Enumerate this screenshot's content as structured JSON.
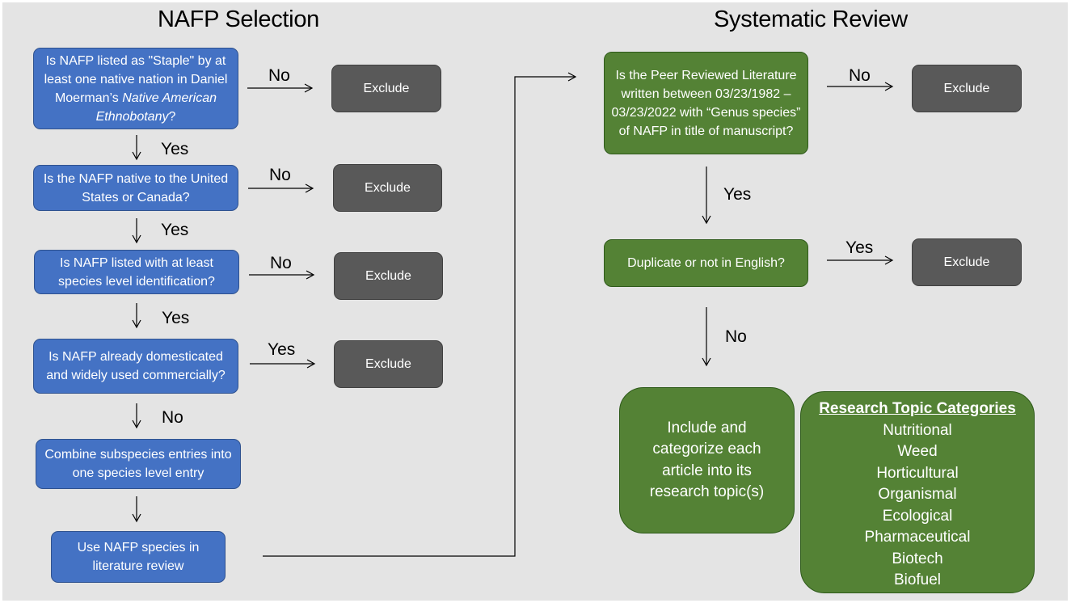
{
  "titles": {
    "left": "NAFP Selection",
    "right": "Systematic Review"
  },
  "left_flow": {
    "q1": {
      "text_before": "Is NAFP listed as \"Staple\" by at least one native nation in Daniel Moerman’s ",
      "text_italic": "Native American Ethnobotany",
      "text_after": "?"
    },
    "q2": "Is the NAFP native to the United States or Canada?",
    "q3": "Is NAFP listed with at least species level identification?",
    "q4": "Is NAFP already domesticated and widely used commercially?",
    "step5": "Combine subspecies entries into one species level entry",
    "step6": "Use NAFP species in literature review",
    "exclude": "Exclude",
    "labels": {
      "q1_side": "No",
      "q1_down": "Yes",
      "q2_side": "No",
      "q2_down": "Yes",
      "q3_side": "No",
      "q3_down": "Yes",
      "q4_side": "Yes",
      "q4_down": "No"
    }
  },
  "right_flow": {
    "r1": "Is the Peer Reviewed Literature written between 03/23/1982 – 03/23/2022 with “Genus species” of NAFP in title of manuscript?",
    "r2": "Duplicate or not in English?",
    "include": "Include and categorize each article into its research topic(s)",
    "exclude": "Exclude",
    "labels": {
      "r1_side": "No",
      "r1_down": "Yes",
      "r2_side": "Yes",
      "r2_down": "No"
    },
    "categories": {
      "heading": "Research Topic Categories",
      "items": [
        "Nutritional",
        "Weed",
        "Horticultural",
        "Organismal",
        "Ecological",
        "Pharmaceutical",
        "Biotech",
        "Biofuel"
      ]
    }
  },
  "colors": {
    "background": "#e4e4e4",
    "left_boxes": "#4472c4",
    "exclude_boxes": "#595959",
    "right_boxes": "#548235"
  }
}
